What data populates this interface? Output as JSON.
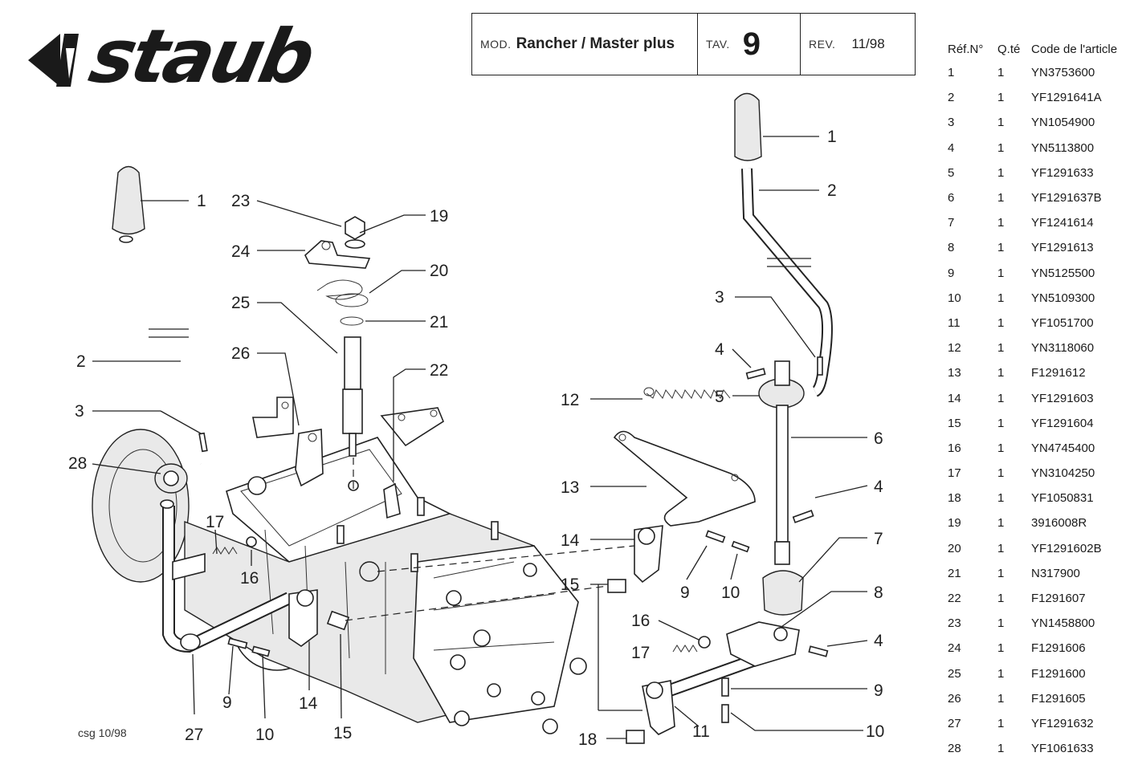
{
  "brand": {
    "name": "staub",
    "colors": {
      "ink": "#1a1a1a",
      "paper": "#ffffff"
    }
  },
  "header": {
    "mod_label": "MOD.",
    "mod_value": "Rancher / Master plus",
    "tav_label": "TAV.",
    "tav_value": "9",
    "rev_label": "REV.",
    "rev_value": "11/98"
  },
  "parts_table": {
    "columns": [
      "Réf.N°",
      "Q.té",
      "Code de l'article"
    ],
    "rows": [
      [
        "1",
        "1",
        "YN3753600"
      ],
      [
        "2",
        "1",
        "YF1291641A"
      ],
      [
        "3",
        "1",
        "YN1054900"
      ],
      [
        "4",
        "1",
        "YN5113800"
      ],
      [
        "5",
        "1",
        "YF1291633"
      ],
      [
        "6",
        "1",
        "YF1291637B"
      ],
      [
        "7",
        "1",
        "YF1241614"
      ],
      [
        "8",
        "1",
        "YF1291613"
      ],
      [
        "9",
        "1",
        "YN5125500"
      ],
      [
        "10",
        "1",
        "YN5109300"
      ],
      [
        "11",
        "1",
        "YF1051700"
      ],
      [
        "12",
        "1",
        "YN3118060"
      ],
      [
        "13",
        "1",
        "F1291612"
      ],
      [
        "14",
        "1",
        "YF1291603"
      ],
      [
        "15",
        "1",
        "YF1291604"
      ],
      [
        "16",
        "1",
        "YN4745400"
      ],
      [
        "17",
        "1",
        "YN3104250"
      ],
      [
        "18",
        "1",
        "YF1050831"
      ],
      [
        "19",
        "1",
        "3916008R"
      ],
      [
        "20",
        "1",
        "YF1291602B"
      ],
      [
        "21",
        "1",
        "N317900"
      ],
      [
        "22",
        "1",
        "F1291607"
      ],
      [
        "23",
        "1",
        "YN1458800"
      ],
      [
        "24",
        "1",
        "F1291606"
      ],
      [
        "25",
        "1",
        "F1291600"
      ],
      [
        "26",
        "1",
        "F1291605"
      ],
      [
        "27",
        "1",
        "YF1291632"
      ],
      [
        "28",
        "1",
        "YF1061633"
      ]
    ]
  },
  "diagram": {
    "callouts": [
      "1",
      "2",
      "3",
      "28",
      "17",
      "16",
      "9",
      "10",
      "14",
      "15",
      "27",
      "23",
      "24",
      "25",
      "26",
      "19",
      "20",
      "21",
      "22",
      "12",
      "13",
      "14",
      "15",
      "9",
      "10",
      "16",
      "17",
      "18",
      "11",
      "1",
      "2",
      "3",
      "4",
      "5",
      "6",
      "4",
      "7",
      "8",
      "4",
      "9",
      "10"
    ]
  },
  "footer": {
    "note": "csg 10/98"
  }
}
